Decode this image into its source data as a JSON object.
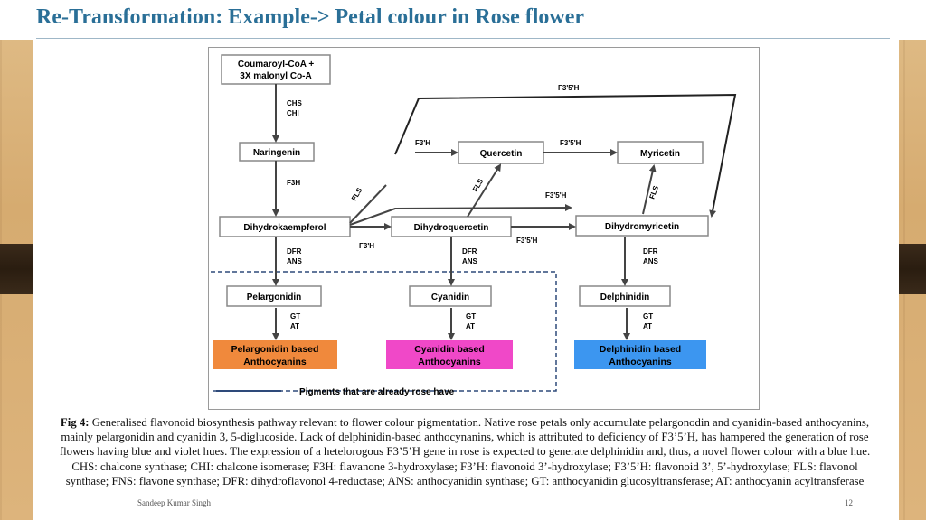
{
  "slide": {
    "title": "Re-Transformation: Example-> Petal colour in Rose flower",
    "author": "Sandeep Kumar Singh",
    "page_number": "12"
  },
  "diagram": {
    "nodes": {
      "coumaroyl_line1": "Coumaroyl-CoA +",
      "coumaroyl_line2": "3X malonyl Co-A",
      "naringenin": "Naringenin",
      "dihydrokaempferol": "Dihydrokaempferol",
      "dihydroquercetin": "Dihydroquercetin",
      "dihydromyricetin": "Dihydromyricetin",
      "quercetin": "Quercetin",
      "myricetin": "Myricetin",
      "pelargonidin": "Pelargonidin",
      "cyanidin": "Cyanidin",
      "delphinidin": "Delphinidin",
      "pelargonidin_based_line1": "Pelargonidin based",
      "pelargonidin_based_line2": "Anthocyanins",
      "cyanidin_based_line1": "Cyanidin based",
      "cyanidin_based_line2": "Anthocyanins",
      "delphinidin_based_line1": "Delphinidin based",
      "delphinidin_based_line2": "Anthocyanins"
    },
    "enzymes": {
      "chs": "CHS",
      "chi": "CHI",
      "f3h": "F3H",
      "f3prime_h": "F3'H",
      "f35h": "F3'5'H",
      "fls": "FLS",
      "dfr": "DFR",
      "ans": "ANS",
      "gt": "GT",
      "at": "AT"
    },
    "legend_note": "Pigments that are already rose have",
    "colors": {
      "pelargonidin_box": "#f0893c",
      "cyanidin_box": "#f048c8",
      "delphinidin_box": "#3c96f0",
      "title_color": "#2a6f97",
      "dashed_border": "#2e4a7a"
    }
  },
  "caption": {
    "label": "Fig 4:",
    "text": "Generalised flavonoid biosynthesis pathway relevant to flower colour pigmentation. Native rose petals only accumulate pelargonodin and cyanidin-based anthocyanins, mainly pelargonidin and cyanidin 3, 5-diglucoside. Lack of delphinidin-based anthocynanins, which is attributed to deficiency of F3’5’H, has hampered the generation of rose flowers having blue and violet hues. The expression of a hetelorogous F3’5’H gene in rose is expected to generate delphinidin and, thus, a novel flower colour with a blue hue. CHS: chalcone synthase; CHI: chalcone isomerase; F3H: flavanone 3-hydroxylase; F3’H: flavonoid 3’-hydroxylase; F3’5’H: flavonoid 3’, 5’-hydroxylase; FLS: flavonol synthase; FNS: flavone synthase; DFR: dihydroflavonol 4-reductase; ANS: anthocyanidin synthase; GT: anthocyanidin glucosyltransferase; AT: anthocyanin acyltransferase"
  }
}
